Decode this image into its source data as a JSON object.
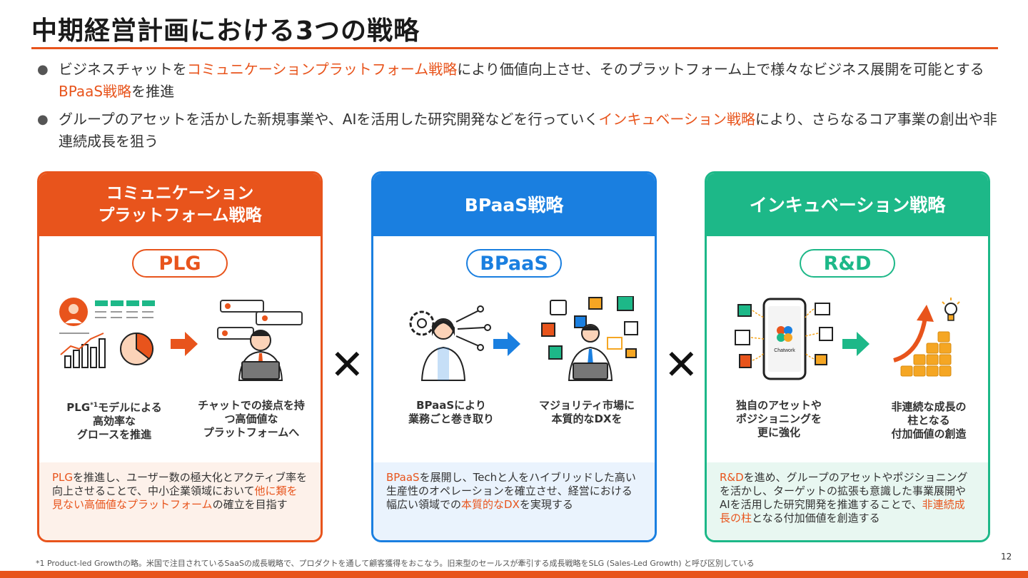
{
  "title": "中期経営計画における3つの戦略",
  "bullets": {
    "b1": {
      "p1": "ビジネスチャットを",
      "h1": "コミュニケーションプラットフォーム戦略",
      "p2": "により価値向上させ、そのプラットフォーム上で様々なビジネス展開を可能とする",
      "h2": "BPaaS戦略",
      "p3": "を推進"
    },
    "b2": {
      "p1": "グループのアセットを活かした新規事業や、AIを活用した研究開発などを行っていく",
      "h1": "インキュベーション戦略",
      "p2": "により、さらなるコア事業の創出や非連続成長を狙う"
    }
  },
  "colors": {
    "orange": "#e8541c",
    "blue": "#1a7fe0",
    "green": "#1db888"
  },
  "cards": {
    "plg": {
      "header": "コミュニケーション\nプラットフォーム戦略",
      "pill": "PLG",
      "cap1a": "PLG",
      "cap1sup": "*1",
      "cap1b": "モデルによる\n高効率な\nグロースを推進",
      "cap2": "チャットでの接点を持\nつ高価値な\nプラットフォームへ",
      "foot": {
        "h1": "PLG",
        "p1": "を推進し、ユーザー数の極大化とアクティブ率を向上させることで、中小企業領域において",
        "h2": "他に類を見ない高価値なプラットフォーム",
        "p2": "の確立を目指す"
      }
    },
    "bpaas": {
      "header": "BPaaS戦略",
      "pill": "BPaaS",
      "cap1": "BPaaSにより\n業務ごと巻き取り",
      "cap2": "マジョリティ市場に\n本質的なDXを",
      "foot": {
        "h1": "BPaaS",
        "p1": "を展開し、Techと人をハイブリッドした高い生産性のオペレーションを確立させ、経営における幅広い領域での",
        "h2": "本質的なDX",
        "p2": "を実現する"
      }
    },
    "rd": {
      "header": "インキュベーション戦略",
      "pill": "R&D",
      "cap1": "独自のアセットや\nポジショニングを\n更に強化",
      "cap2": "非連続な成長の\n柱となる\n付加価値の創造",
      "phone_label": "Chatwork",
      "foot": {
        "h1": "R&D",
        "p1": "を進め、グループのアセットやポジショニングを活かし、ターゲットの拡張も意識した事業展開やAIを活用した研究開発を推進することで、",
        "h2": "非連続成長の柱",
        "p2": "となる付加価値を創造する"
      }
    }
  },
  "times_symbol": "✕",
  "footnote": "*1 Product-led Growthの略。米国で注目されているSaaSの成長戦略で、プロダクトを通して顧客獲得をおこなう。旧来型のセールスが牽引する成長戦略をSLG (Sales-Led Growth) と呼び区別している",
  "page_number": "12"
}
